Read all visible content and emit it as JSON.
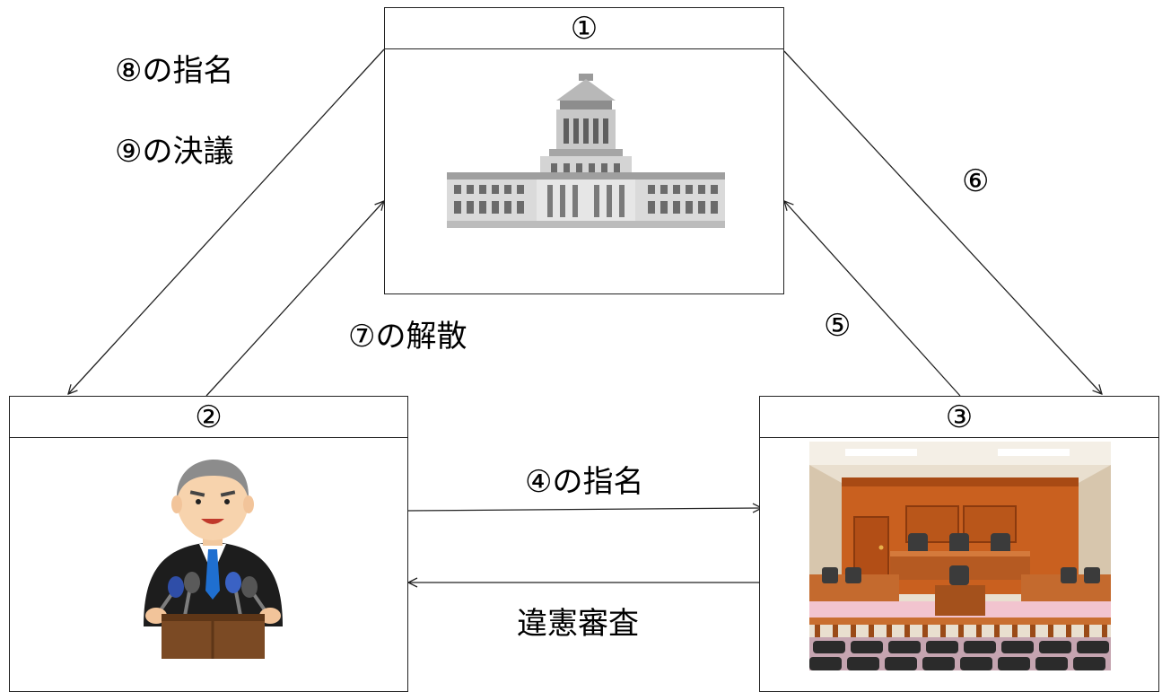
{
  "boxes": {
    "diet": {
      "header": "①",
      "icon": "diet-building-icon"
    },
    "cabinet": {
      "header": "②",
      "icon": "prime-minister-press-conference-icon"
    },
    "court": {
      "header": "③",
      "icon": "courtroom-icon"
    }
  },
  "labels": {
    "designation_8": "⑧の指名",
    "resolution_9": "⑨の決議",
    "item_6": "⑥",
    "dissolution_7": "⑦の解散",
    "item_5": "⑤",
    "designation_4": "④の指名",
    "judicial_review": "違憲審査"
  }
}
